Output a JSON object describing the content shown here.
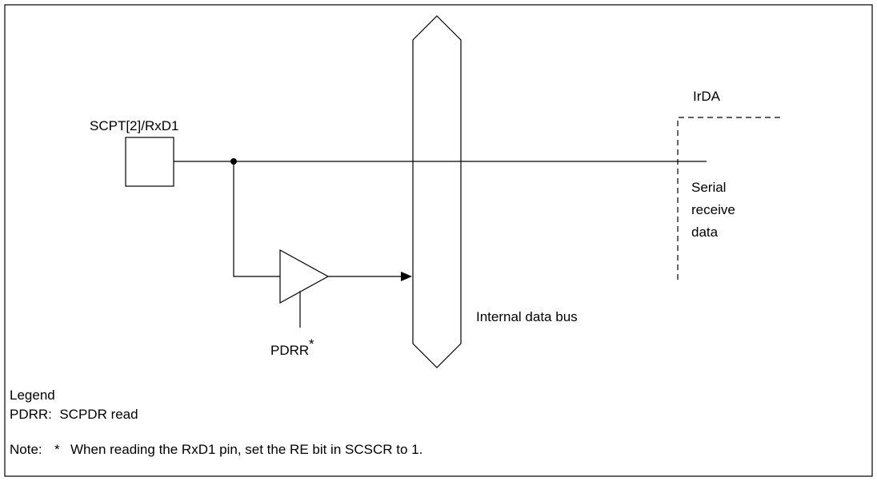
{
  "diagram": {
    "pin_label": "SCPT[2]/RxD1",
    "irda_label": "IrDA",
    "serial_receive_data": [
      "Serial",
      "receive",
      "data"
    ],
    "bus_label": "Internal data bus",
    "pdrr_label": "PDRR",
    "pdrr_mark": "*"
  },
  "legend": {
    "title": "Legend",
    "entry": "PDRR:  SCPDR read"
  },
  "note": {
    "prefix": "Note:",
    "mark": "*",
    "text": "When reading the RxD1 pin, set the RE bit in SCSCR to 1."
  },
  "colors": {
    "line": "#000000",
    "background": "#ffffff"
  }
}
